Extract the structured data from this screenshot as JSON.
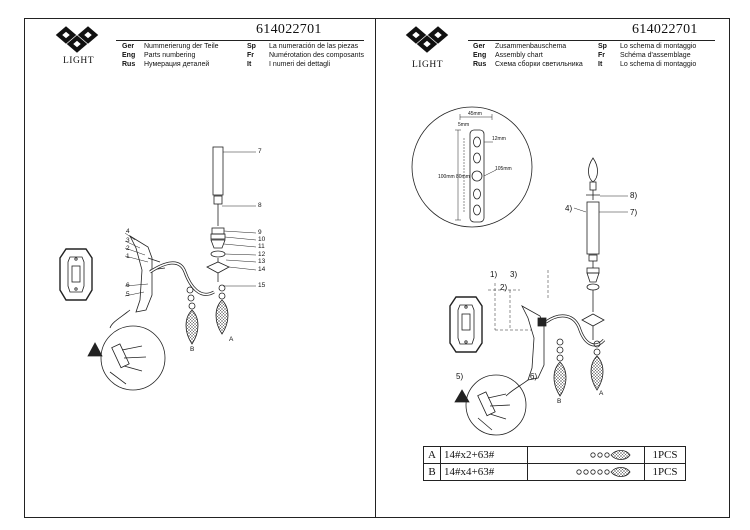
{
  "brand": {
    "name": "LIGHT"
  },
  "left": {
    "code": "614022701",
    "langs": [
      {
        "code": "Ger",
        "text": "Nummerierung der Teile"
      },
      {
        "code": "Eng",
        "text": "Parts numbering"
      },
      {
        "code": "Rus",
        "text": "Нумерация деталей"
      }
    ],
    "langs2": [
      {
        "code": "Sp",
        "text": "La numeración de las piezas"
      },
      {
        "code": "Fr",
        "text": "Numérotation des composants"
      },
      {
        "code": "It",
        "text": "I numeri dei dettagli"
      }
    ],
    "part_numbers": [
      "7",
      "8",
      "4",
      "3",
      "2",
      "1",
      "9",
      "10",
      "11",
      "12",
      "13",
      "14",
      "15",
      "6",
      "5",
      "B",
      "A"
    ]
  },
  "right": {
    "code": "614022701",
    "langs": [
      {
        "code": "Ger",
        "text": "Zusammenbauschema"
      },
      {
        "code": "Eng",
        "text": "Assembly chart"
      },
      {
        "code": "Rus",
        "text": "Схема сборки светильника"
      }
    ],
    "langs2": [
      {
        "code": "Sp",
        "text": "Lo schema di montaggio"
      },
      {
        "code": "Fr",
        "text": "Schéma d'assemblage"
      },
      {
        "code": "It",
        "text": "Lo schema di montaggio"
      }
    ],
    "dims": [
      "45mm",
      "5mm",
      "12mm",
      "105mm",
      "100mm",
      "80mm"
    ],
    "steps": [
      "1)",
      "2)",
      "3)",
      "4)",
      "5)",
      "6)",
      "7)",
      "8)",
      "B",
      "A"
    ],
    "table": [
      {
        "id": "A",
        "spec": "14#x2+63#",
        "qty": "1PCS"
      },
      {
        "id": "B",
        "spec": "14#x4+63#",
        "qty": "1PCS"
      }
    ]
  }
}
